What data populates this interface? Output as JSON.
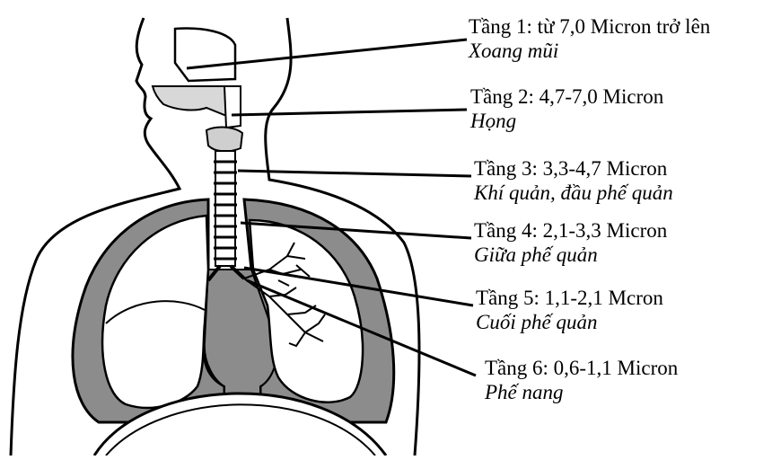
{
  "diagram": {
    "levels": [
      {
        "title": "Tầng 1: từ 7,0 Micron trở lên",
        "region": "Xoang mũi"
      },
      {
        "title": "Tầng 2: 4,7-7,0 Micron",
        "region": "Họng"
      },
      {
        "title": "Tầng 3: 3,3-4,7 Micron",
        "region": "Khí quản, đầu phế quản"
      },
      {
        "title": "Tầng 4: 2,1-3,3 Micron",
        "region": "Giữa phế quản"
      },
      {
        "title": "Tầng 5: 1,1-2,1 Mcron",
        "region": "Cuối phế quản"
      },
      {
        "title": "Tầng 6: 0,6-1,1 Micron",
        "region": "Phế nang"
      }
    ]
  }
}
